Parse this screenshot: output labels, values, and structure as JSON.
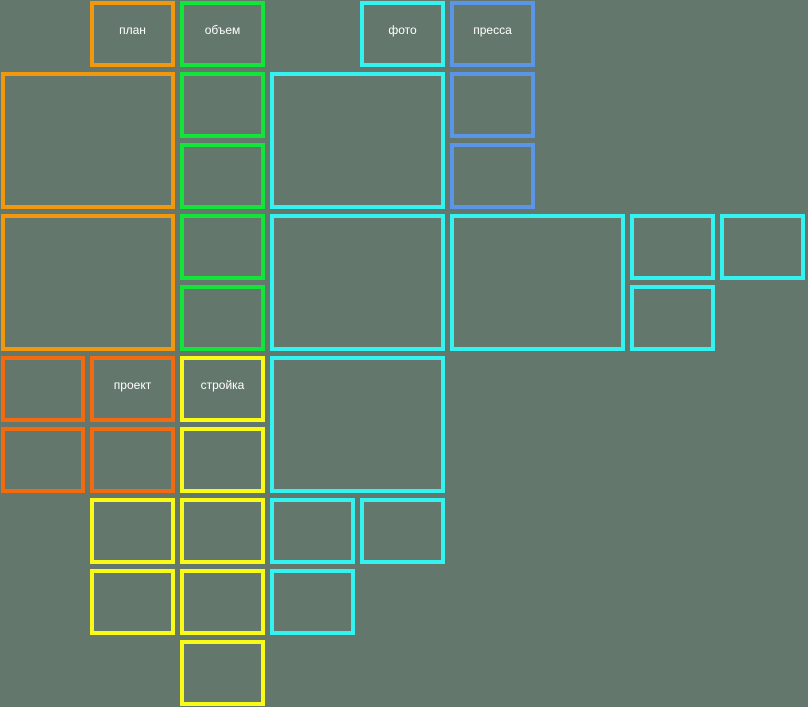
{
  "colors": {
    "background": "#63776c",
    "orange": "#f2980e",
    "green": "#12e43a",
    "cyan": "#33f2f0",
    "blue": "#5a95e8",
    "red_orange": "#f26a10",
    "yellow": "#fafa18",
    "label_text": "#ffffff"
  },
  "tiles": {
    "plan": "план",
    "volume": "объем",
    "photo": "фото",
    "press": "пресса",
    "project": "проект",
    "construction": "стройка"
  }
}
